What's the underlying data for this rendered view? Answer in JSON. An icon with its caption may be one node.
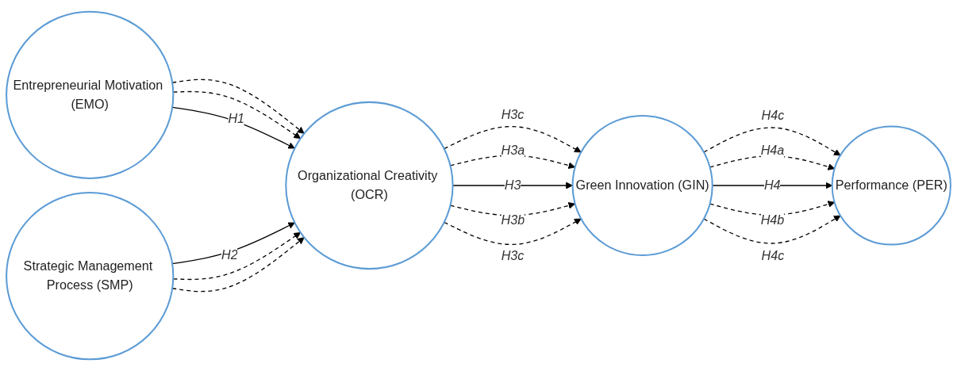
{
  "diagram": {
    "nodes": [
      {
        "text": [
          "Entrepreneurial Motivation (EMO)"
        ]
      },
      {
        "text": [
          "Strategic Management Process (SMP)"
        ]
      },
      {
        "text": [
          "Organizational Creativity (OCR)"
        ]
      },
      {
        "text": [
          "Green Innovation (GIN)"
        ]
      },
      {
        "text": [
          "Performance (PER)"
        ]
      }
    ],
    "edges": [
      {
        "from": 0,
        "to": 2,
        "arrow": "to",
        "style": "dashed"
      },
      {
        "from": 0,
        "to": 2,
        "arrow": "to",
        "style": "dashed"
      },
      {
        "from": 0,
        "to": 2,
        "arrow": "to",
        "label": "H1"
      },
      {
        "from": 1,
        "to": 2,
        "arrow": "to",
        "label": "H2"
      },
      {
        "from": 1,
        "to": 2,
        "arrow": "to",
        "style": "dashed"
      },
      {
        "from": 1,
        "to": 2,
        "arrow": "to",
        "style": "dashed"
      },
      {
        "from": 2,
        "to": 3,
        "arrow": "to",
        "label": "H3c",
        "style": "dashed"
      },
      {
        "from": 2,
        "to": 3,
        "arrow": "to",
        "label": "H3a",
        "style": "dashed"
      },
      {
        "from": 2,
        "to": 3,
        "arrow": "to",
        "label": "H3"
      },
      {
        "from": 2,
        "to": 3,
        "arrow": "to",
        "label": "H3b",
        "style": "dashed"
      },
      {
        "from": 2,
        "to": 3,
        "arrow": "to",
        "label": "H3c",
        "style": "dashed"
      },
      {
        "from": 3,
        "to": 4,
        "arrow": "to",
        "label": "H4c",
        "style": "dashed"
      },
      {
        "from": 3,
        "to": 4,
        "arrow": "to",
        "label": "H4a",
        "style": "dashed"
      },
      {
        "from": 3,
        "to": 4,
        "arrow": "to",
        "label": "H4"
      },
      {
        "from": 3,
        "to": 4,
        "arrow": "to",
        "label": "H4b",
        "style": "dashed"
      },
      {
        "from": 3,
        "to": 4,
        "arrow": "to",
        "label": "H4c",
        "style": "dashed"
      }
    ]
  }
}
